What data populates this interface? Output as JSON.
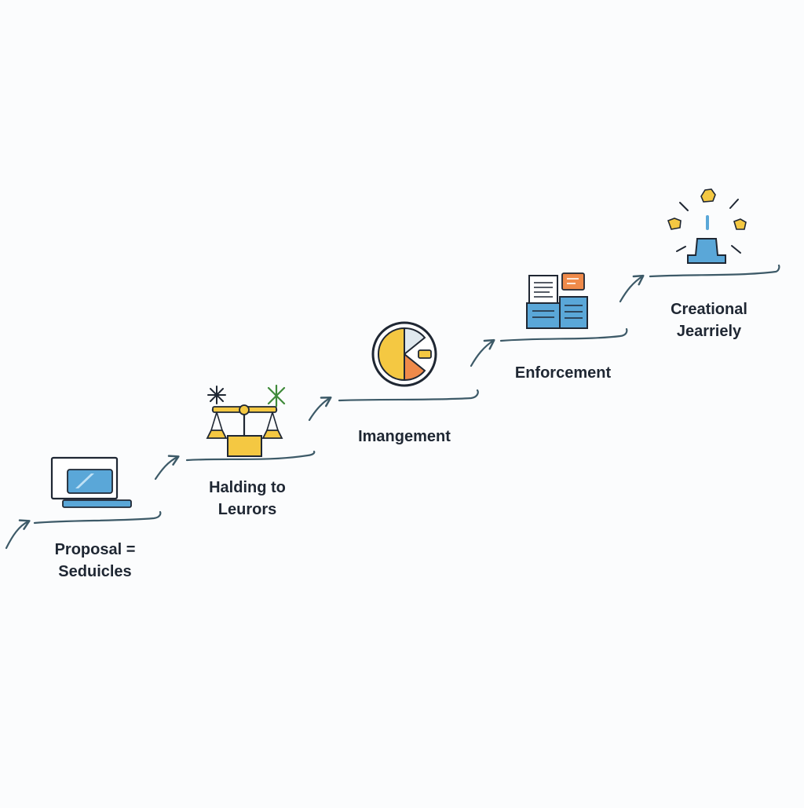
{
  "diagram": {
    "steps": [
      {
        "id": "proposal",
        "label_lines": [
          "Proposal =",
          "Seduicles"
        ],
        "icon": "laptop-icon"
      },
      {
        "id": "halding",
        "label_lines": [
          "Halding to",
          "Leurors"
        ],
        "icon": "balance-scale-icon"
      },
      {
        "id": "imangement",
        "label_lines": [
          "Imangement"
        ],
        "icon": "pie-chart-icon"
      },
      {
        "id": "enforcement",
        "label_lines": [
          "Enforcement"
        ],
        "icon": "documents-icon"
      },
      {
        "id": "creational",
        "label_lines": [
          "Creational",
          "Jearriely"
        ],
        "icon": "lightbulb-icon"
      }
    ],
    "colors": {
      "line": "#3d5a68",
      "ink": "#1f2733",
      "blue": "#5aa7d8",
      "yellow": "#f4c842",
      "orange": "#ef8a4a",
      "green": "#3f8a3a"
    }
  }
}
